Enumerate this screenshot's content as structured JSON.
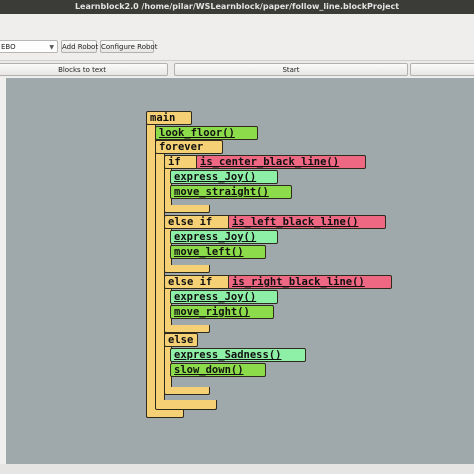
{
  "window": {
    "title": "Learnblock2.0 /home/pilar/WSLearnblock/paper/follow_line.blockProject"
  },
  "toolbar": {
    "robot_value": "EBO",
    "add_robot_label": "Add Robot",
    "configure_robot_label": "Configure Robot"
  },
  "actions": {
    "blocks_to_text_label": "Blocks to text",
    "start_label": "Start"
  },
  "program": {
    "main": "main",
    "look_floor": "look_floor()",
    "forever": "forever",
    "if_kw": "if",
    "else_if_kw": "else if",
    "else_kw": "else",
    "cond_center": "is_center_black_line()",
    "cond_left": "is_left_black_line()",
    "cond_right": "is_right_black_line()",
    "express_joy": "express_Joy()",
    "express_sadness": "express_Sadness()",
    "move_straight": "move_straight()",
    "move_left": "move_left()",
    "move_right": "move_right()",
    "slow_down": "slow_down()"
  },
  "colors": {
    "control_block": "#f5d074",
    "action_block": "#8cdb4a",
    "expression_block": "#8ef0a7",
    "condition_block": "#ee6884",
    "canvas_background": "#9fa8aa"
  }
}
